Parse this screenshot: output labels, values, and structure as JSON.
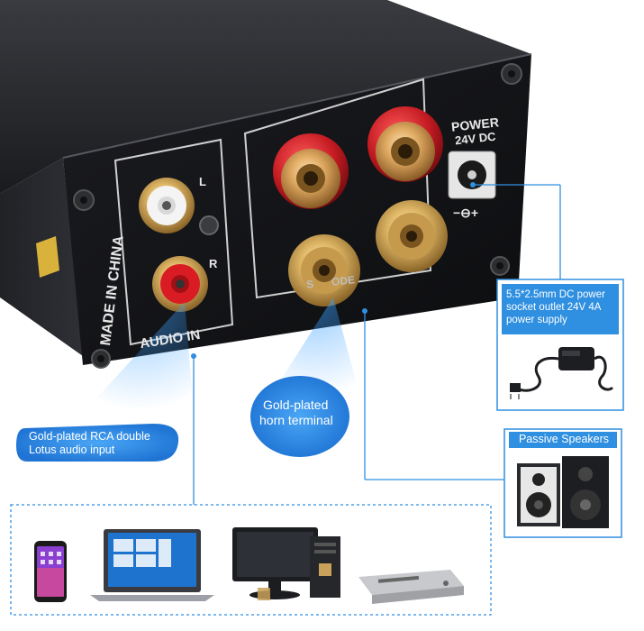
{
  "amp": {
    "made_in": "MADE IN CHINA",
    "audio_in": "AUDIO IN",
    "ch_left": "L",
    "ch_right": "R",
    "power_line1": "POWER",
    "power_line2": "24V DC",
    "polarity": "−⊖+",
    "speaker_label": "S      ODE"
  },
  "callouts": {
    "rca": "Gold-plated RCA double Lotus audio input",
    "horn_line1": "Gold-plated",
    "horn_line2": "horn terminal",
    "power_supply": "5.5*2.5mm DC power socket outlet 24V 4A power supply",
    "speakers_header": "Passive Speakers"
  },
  "colors": {
    "accent_blue": "#2f8fe0",
    "dark_blue": "#1c6fd0",
    "chassis": "#16171a",
    "gold": "#c9a15a",
    "red_post": "#c21a22"
  },
  "icons": [
    "smartphone-icon",
    "laptop-icon",
    "desktop-computer-icon",
    "dvd-player-icon",
    "power-adapter-icon",
    "speaker-icon"
  ]
}
